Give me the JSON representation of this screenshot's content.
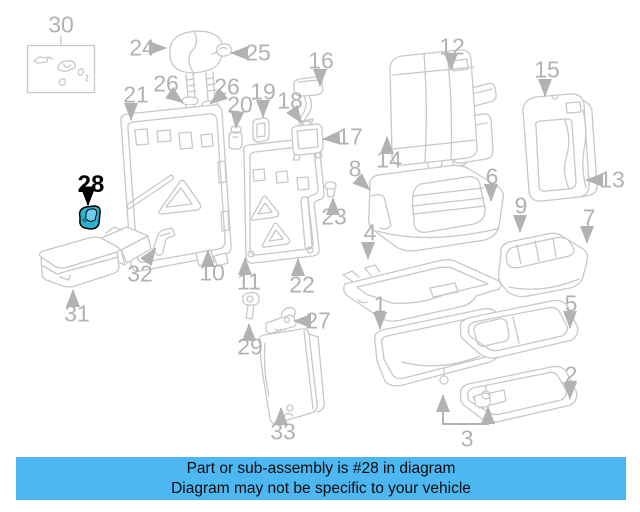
{
  "diagram": {
    "description_of_highlight": "teal highlighted clip part",
    "labels": {
      "p1": "1",
      "p2": "2",
      "p3": "3",
      "p4": "4",
      "p5": "5",
      "p6": "6",
      "p7": "7",
      "p8": "8",
      "p9": "9",
      "p10": "10",
      "p11": "11",
      "p12": "12",
      "p13": "13",
      "p14": "14",
      "p15": "15",
      "p16": "16",
      "p17": "17",
      "p18": "18",
      "p19": "19",
      "p20": "20",
      "p21": "21",
      "p22": "22",
      "p23": "23",
      "p24": "24",
      "p25": "25",
      "p26a": "26",
      "p26b": "26",
      "p27": "27",
      "p28": "28",
      "p29": "29",
      "p30": "30",
      "p31": "31",
      "p32": "32",
      "p33": "33"
    }
  },
  "banner": {
    "line1": "Part or sub-assembly is #28 in diagram",
    "line2": "Diagram may not be specific to your vehicle"
  },
  "colors": {
    "banner_bg": "#4cb7f0",
    "highlight": "#2eb1cf",
    "highlight_light": "#6fcde9",
    "highlight_dark": "#147e95",
    "line": "#c8c8c8",
    "label": "#b2b2b2"
  }
}
